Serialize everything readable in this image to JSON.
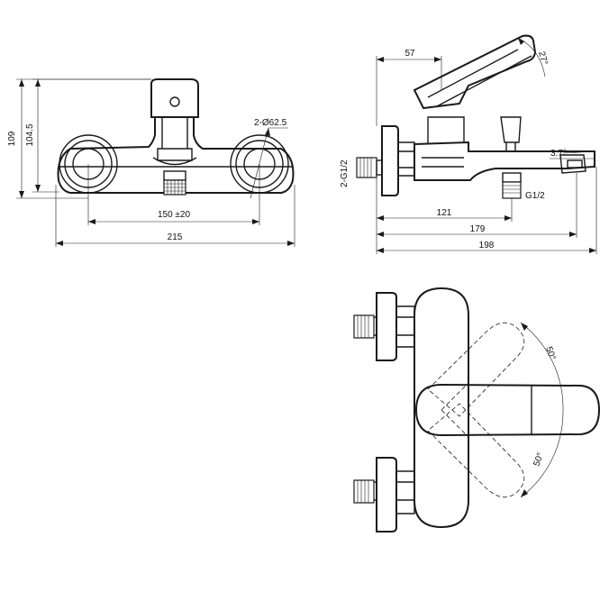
{
  "front_view": {
    "height_total": "109",
    "height_partial": "104.5",
    "flange_diameter": "2-Ø62.5",
    "center_distance": "150 ±20",
    "width_total": "215"
  },
  "side_view": {
    "lever_offset": "57",
    "lever_angle": "27°",
    "inlet_thread": "2-G1/2",
    "spout_angle": "3.7°",
    "outlet_thread": "G1/2",
    "outlet_distance": "121",
    "spout_reach": "179",
    "overall_depth": "198"
  },
  "top_view": {
    "swing_angle_upper": "50°",
    "swing_angle_lower": "50°"
  }
}
